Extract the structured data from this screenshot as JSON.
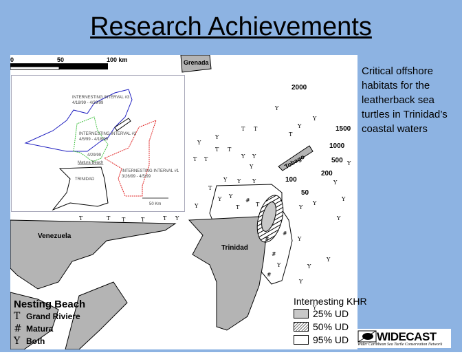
{
  "title": "Research Achievements",
  "side_text": "Critical offshore habitats for the leatherback sea turtles in Trinidad’s coastal waters",
  "map": {
    "scale": {
      "ticks": [
        "0",
        "50",
        "100 km"
      ]
    },
    "places": {
      "grenada": "Grenada",
      "tobago": "Tobago",
      "trinidad": "Trinidad",
      "venezuela": "Venezuela"
    },
    "depths": [
      "2000",
      "1500",
      "1000",
      "500",
      "200",
      "100",
      "50"
    ],
    "inset": {
      "interval3": "INTERNESTING INTERVAL #3",
      "interval3_dates": "4/18/99 - 4/29/99",
      "interval2": "INTERNESTING INTERVAL #2",
      "interval2_dates": "4/5/99 - 4/18/99",
      "interval1": "INTERNESTING INTERVAL #1",
      "interval1_dates": "3/26/99 - 4/5/99",
      "date_point": "4/29/99",
      "beach": "Matura Beach",
      "island": "TRINIDAD",
      "scale": "50 Km",
      "colors": {
        "interval1": "#e02020",
        "interval2": "#40c040",
        "interval3": "#2020c0"
      }
    }
  },
  "legend_nesting": {
    "heading": "Nesting Beach",
    "items": [
      {
        "symbol": "T",
        "label": "Grand Riviere"
      },
      {
        "symbol": "#",
        "label": "Matura"
      },
      {
        "symbol": "Y",
        "label": "Both"
      }
    ]
  },
  "legend_khr": {
    "heading": "Internesting KHR",
    "items": [
      {
        "label": "25% UD",
        "fill": "#c8c8c8"
      },
      {
        "label": "50% UD",
        "fill": "hatch"
      },
      {
        "label": "95% UD",
        "fill": "#ffffff"
      }
    ]
  },
  "logo": {
    "name": "WIDECAST",
    "tagline": "Wider Caribbean Sea Turtle Conservation Network"
  },
  "colors": {
    "background": "#8DB3E2",
    "land": "#b4b4b4"
  }
}
